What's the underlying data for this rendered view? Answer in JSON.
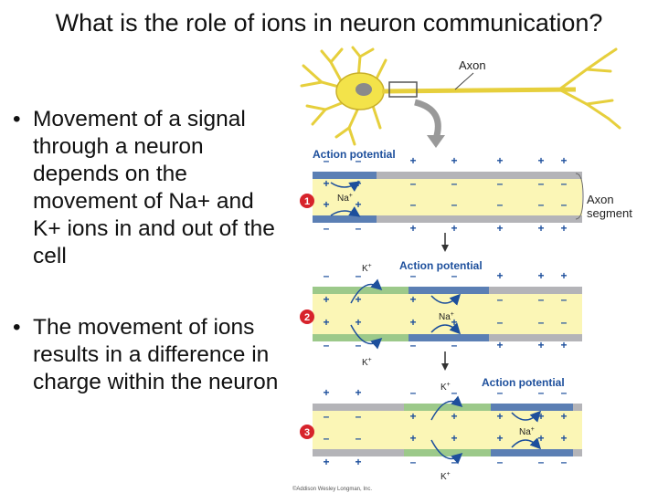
{
  "slide": {
    "title": "What is the role of ions in neuron communication?",
    "bullets": [
      "Movement of a signal through a neuron depends on the movement of Na+ and K+ ions in and out of the cell",
      "The movement of ions results in a difference in charge within the neuron"
    ]
  },
  "figure": {
    "axon_label": "Axon",
    "axon_segment_label": [
      "Axon",
      "segment"
    ],
    "action_potential_label": "Action potential",
    "steps": [
      "1",
      "2",
      "3"
    ],
    "na_label": "Na",
    "k_label": "K",
    "ion_charge": "+",
    "copyright": "©Addison Wesley Longman, Inc.",
    "colors": {
      "membrane_gray": "#b4b4b8",
      "membrane_blue": "#5b7fb4",
      "membrane_green": "#9cc98a",
      "cytoplasm": "#fbf6b6",
      "dendrite": "#f3e34a",
      "step_badge": "#d7232b",
      "text_blue": "#1d4f9c"
    }
  }
}
